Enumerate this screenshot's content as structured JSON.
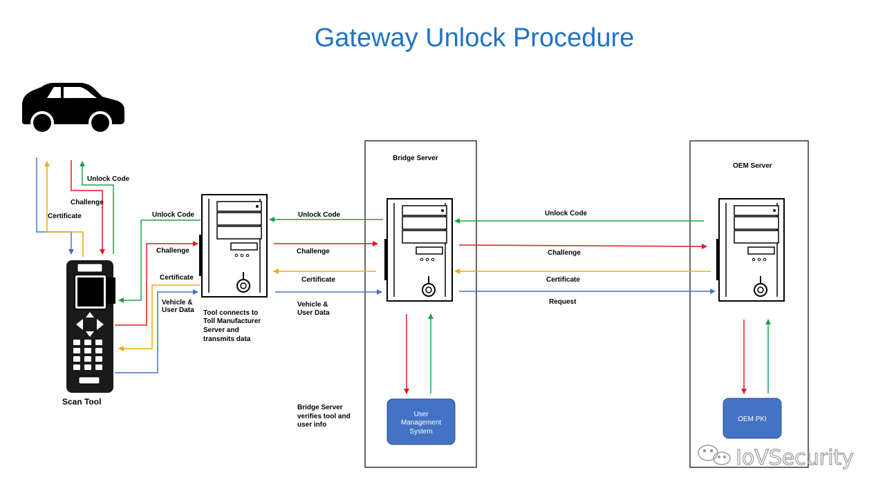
{
  "title": "Gateway Unlock Procedure",
  "colors": {
    "title": "#1f73c4",
    "red": "#e8141b",
    "green": "#1aa34a",
    "orange": "#f6a800",
    "blue": "#4472c4",
    "box": "#4472c4"
  },
  "icons": [
    "car-icon",
    "scan-tool-icon",
    "server-tower-icon",
    "wechat-icon"
  ],
  "scan_tool": {
    "name": "Scan Tool",
    "msgs": {
      "unlock_code": "Unlock Code",
      "challenge": "Challenge",
      "certificate": "Certificate"
    }
  },
  "tool_server": {
    "msgs": {
      "unlock_code": "Unlock Code",
      "challenge": "Challenge",
      "certificate": "Certificate",
      "data_1": "Vehicle &",
      "data_2": "User Data"
    },
    "caption": [
      "Tool connects to",
      "Toll Manufacturer",
      "Server and",
      "transmits data"
    ]
  },
  "bridge": {
    "title": "Bridge Server",
    "msgs": {
      "unlock_code": "Unlock Code",
      "challenge": "Challenge",
      "certificate": "Certificate",
      "data_1": "Vehicle &",
      "data_2": "User Data"
    },
    "caption": [
      "Bridge Server",
      "verifies tool and",
      "user info"
    ],
    "ums": [
      "User",
      "Management",
      "System"
    ]
  },
  "oem": {
    "title": "OEM Server",
    "msgs": {
      "unlock_code": "Unlock Code",
      "challenge": "Challenge",
      "certificate": "Certificate",
      "request": "Request"
    },
    "pki": "OEM PKI"
  },
  "watermark": "IoVSecurity"
}
